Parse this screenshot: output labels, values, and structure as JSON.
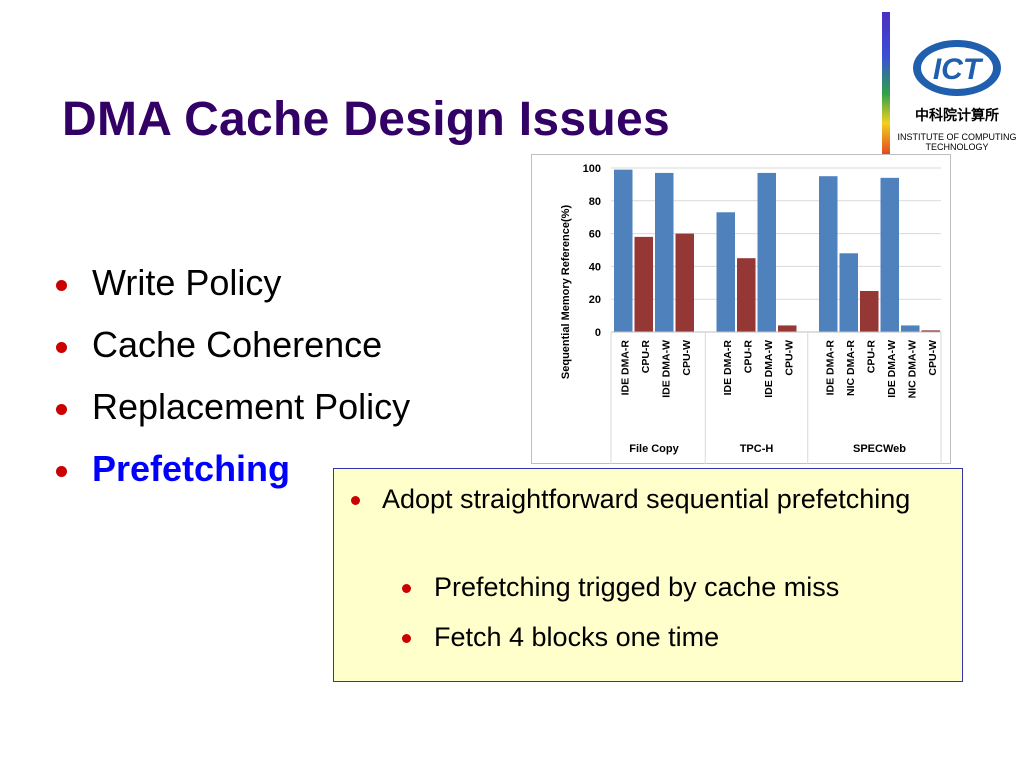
{
  "slide": {
    "title": "DMA Cache Design Issues",
    "bullets": [
      {
        "text": "Write Policy",
        "highlight": false
      },
      {
        "text": "Cache Coherence",
        "highlight": false
      },
      {
        "text": "Replacement Policy",
        "highlight": false
      },
      {
        "text": "Prefetching",
        "highlight": true
      }
    ],
    "note": {
      "main": "Adopt straightforward sequential prefetching",
      "sub": [
        "Prefetching trigged by cache miss",
        "Fetch 4 blocks one time"
      ]
    },
    "logo": {
      "mark": "ICT",
      "chinese": "中科院计算所",
      "line1": "INSTITUTE OF COMPUTING",
      "line2": "TECHNOLOGY"
    },
    "colors": {
      "title": "#330066",
      "bullet": "#cc0000",
      "highlight": "#0000ff",
      "note_bg": "#ffffcc",
      "blue_bar": "#4f81bd",
      "red_bar": "#953735"
    }
  },
  "chart_data": {
    "type": "bar",
    "ylabel": "Sequential Memory Reference(%)",
    "ylim": [
      0,
      100
    ],
    "yticks": [
      0,
      20,
      40,
      60,
      80,
      100
    ],
    "grid": true,
    "groups": [
      {
        "name": "File Copy",
        "categories": [
          "IDE DMA-R",
          "CPU-R",
          "IDE DMA-W",
          "CPU-W"
        ],
        "values": [
          99,
          58,
          97,
          60
        ]
      },
      {
        "name": "TPC-H",
        "categories": [
          "IDE DMA-R",
          "CPU-R",
          "IDE DMA-W",
          "CPU-W"
        ],
        "values": [
          73,
          45,
          97,
          4
        ]
      },
      {
        "name": "SPECWeb",
        "categories": [
          "IDE DMA-R",
          "NIC DMA-R",
          "CPU-R",
          "IDE DMA-W",
          "NIC DMA-W",
          "CPU-W"
        ],
        "values": [
          95,
          48,
          25,
          94,
          4,
          1
        ]
      }
    ]
  }
}
